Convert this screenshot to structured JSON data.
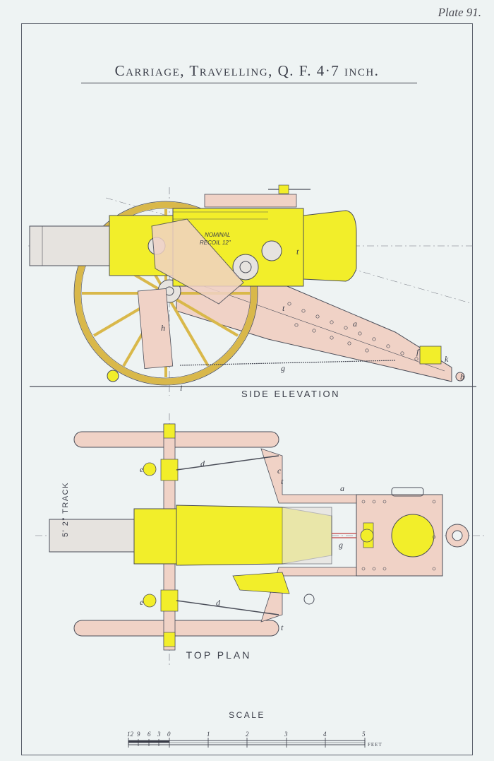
{
  "plate_number": "Plate 91.",
  "title": "Carriage, Travelling, Q. F. 4·7 inch.",
  "views": {
    "side_elevation": "SIDE ELEVATION",
    "top_plan": "TOP PLAN"
  },
  "annotations": {
    "nominal": "NOMINAL",
    "recoil": "RECOIL 12\"",
    "track": "5' 2\" TRACK"
  },
  "side_letters": [
    "a",
    "f",
    "g",
    "h",
    "i",
    "k",
    "t",
    "t",
    "b"
  ],
  "top_letters": [
    "a",
    "c",
    "d",
    "d",
    "e",
    "e",
    "g",
    "t",
    "t"
  ],
  "scale": {
    "label": "SCALE",
    "ticks": [
      "12",
      "9",
      "6",
      "3",
      "0",
      "1",
      "2",
      "3",
      "4",
      "5"
    ],
    "unit": "FEET"
  },
  "colors": {
    "paper": "#eef3f3",
    "ink": "#3a3d48",
    "gun_yellow": "#f2ee2a",
    "wheel_yellow": "#f0d84a",
    "wood_pink": "#f0d2c6",
    "steel_grey": "#e6e3df"
  }
}
